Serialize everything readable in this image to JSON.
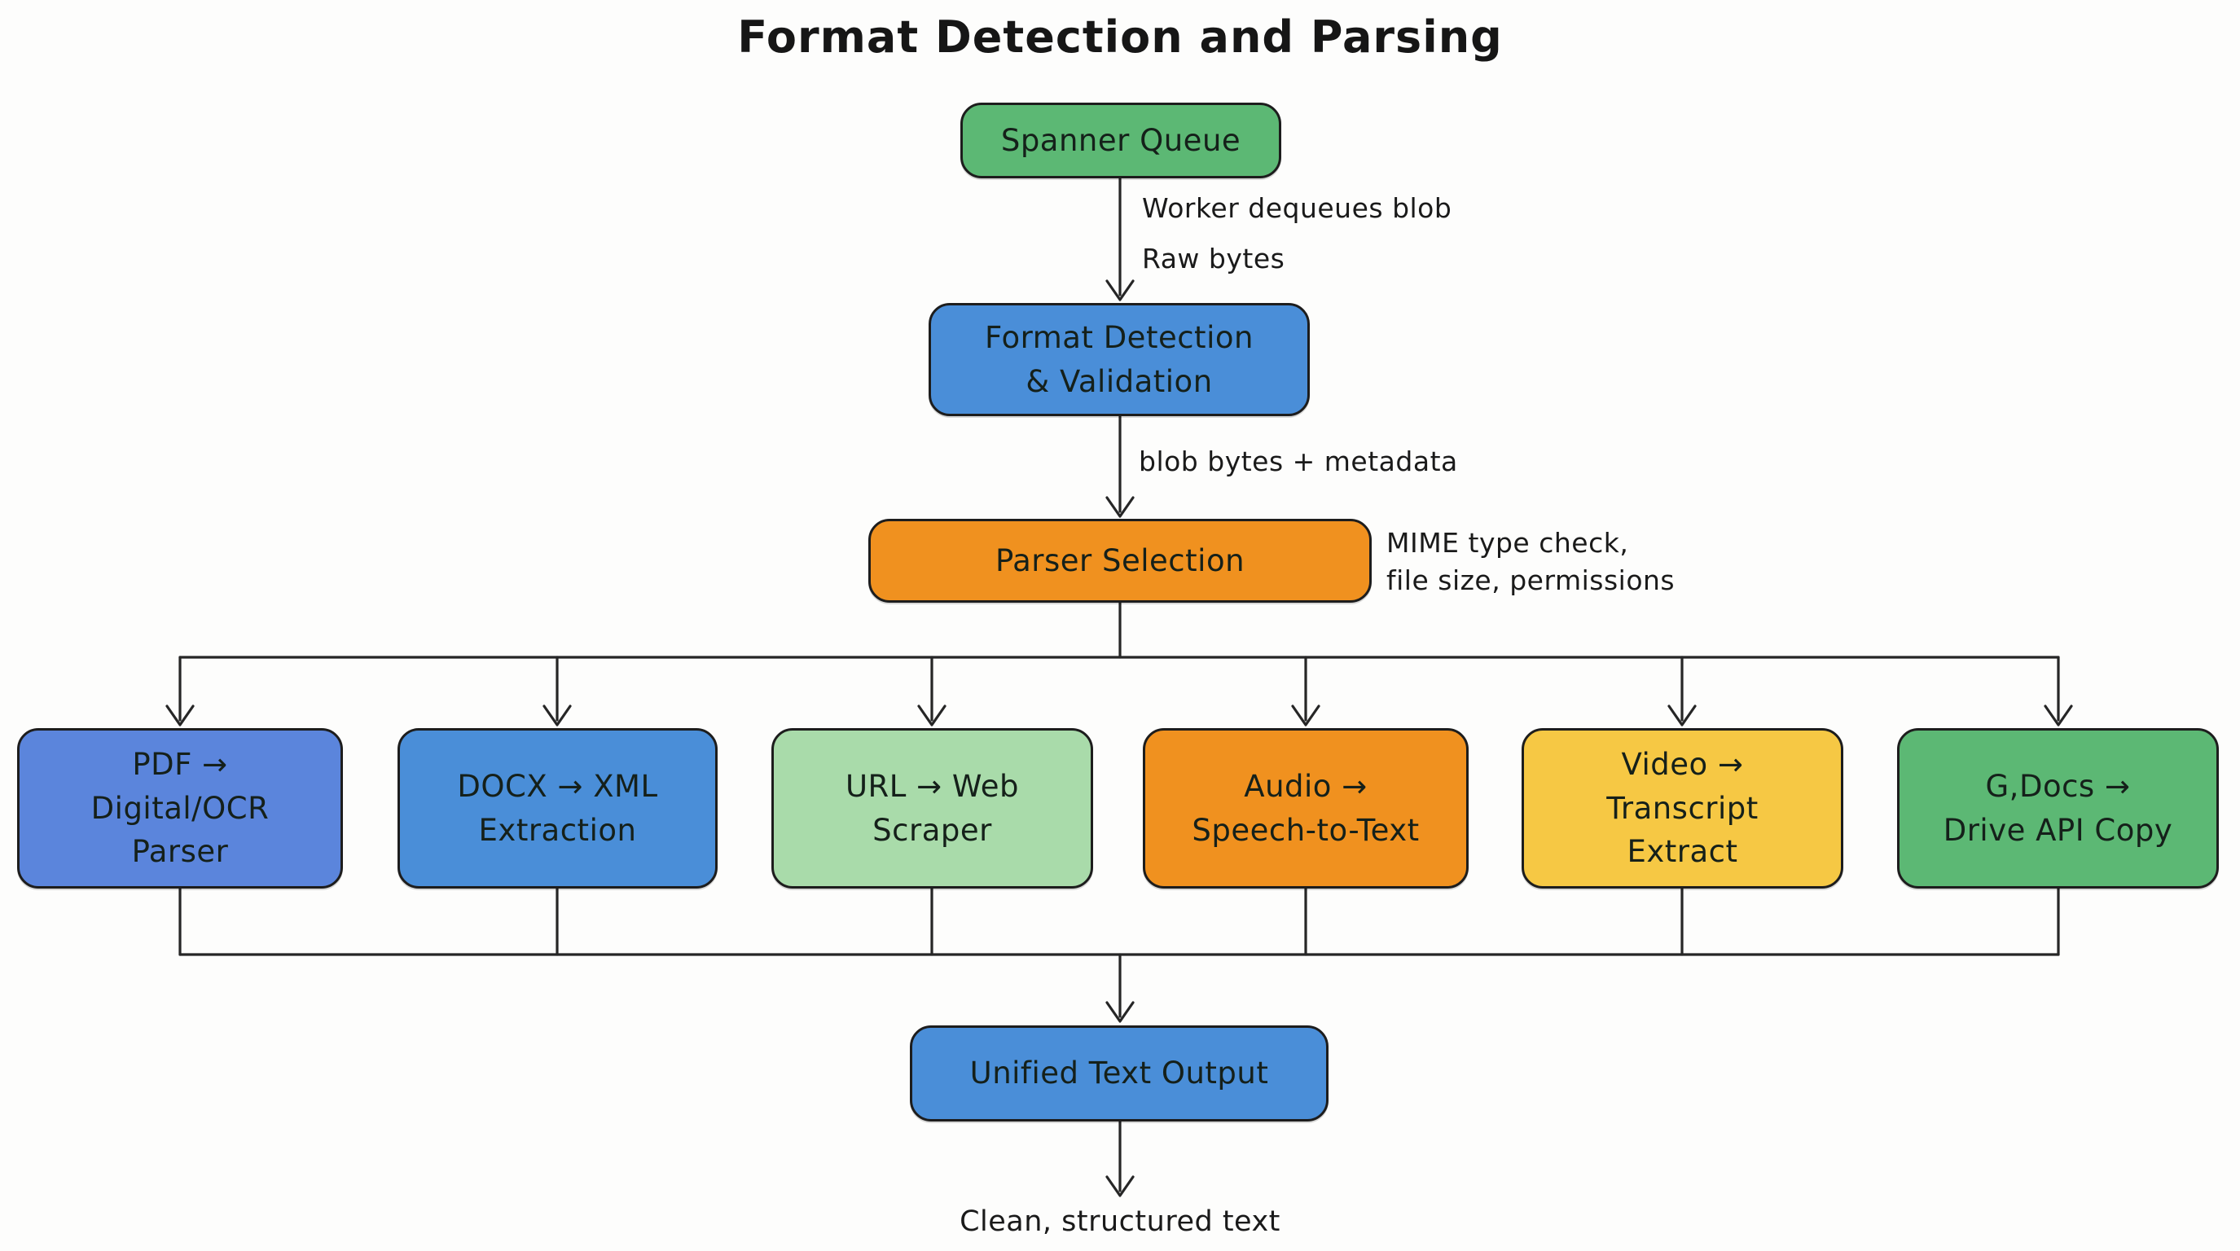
{
  "title": "Format Detection and Parsing",
  "nodes": {
    "spanner_queue": "Spanner Queue",
    "format_detection": {
      "lines": [
        "Format Detection",
        "& Validation"
      ]
    },
    "parser_selection": "Parser Selection",
    "unified_output": "Unified Text Output"
  },
  "edge_labels": {
    "worker_dequeues": "Worker dequeues blob",
    "raw_bytes": "Raw bytes",
    "blob_bytes": "blob bytes + metadata",
    "parser_note_line1": "MIME type check,",
    "parser_note_line2": "file size, permissions",
    "final_output": "Clean, structured text"
  },
  "parsers": [
    {
      "id": "pdf",
      "lines": [
        "PDF →",
        "Digital/OCR",
        "Parser"
      ],
      "fill": "#5b85dc"
    },
    {
      "id": "docx",
      "lines": [
        "DOCX → XML",
        "Extraction"
      ],
      "fill": "#4a8ed8"
    },
    {
      "id": "url",
      "lines": [
        "URL → Web",
        "Scraper"
      ],
      "fill": "#a9dbaa"
    },
    {
      "id": "audio",
      "lines": [
        "Audio →",
        "Speech-to-Text"
      ],
      "fill": "#f0911f"
    },
    {
      "id": "video",
      "lines": [
        "Video →",
        "Transcript",
        "Extract"
      ],
      "fill": "#f6c844"
    },
    {
      "id": "gdocs",
      "lines": [
        "G,Docs →",
        "Drive API Copy"
      ],
      "fill": "#5cb874"
    }
  ],
  "colors": {
    "green": "#5cb874",
    "blue": "#4a8ed8",
    "orange": "#f0911f",
    "light_green": "#a9dbaa",
    "yellow": "#f6c844",
    "wire": "#262626"
  }
}
